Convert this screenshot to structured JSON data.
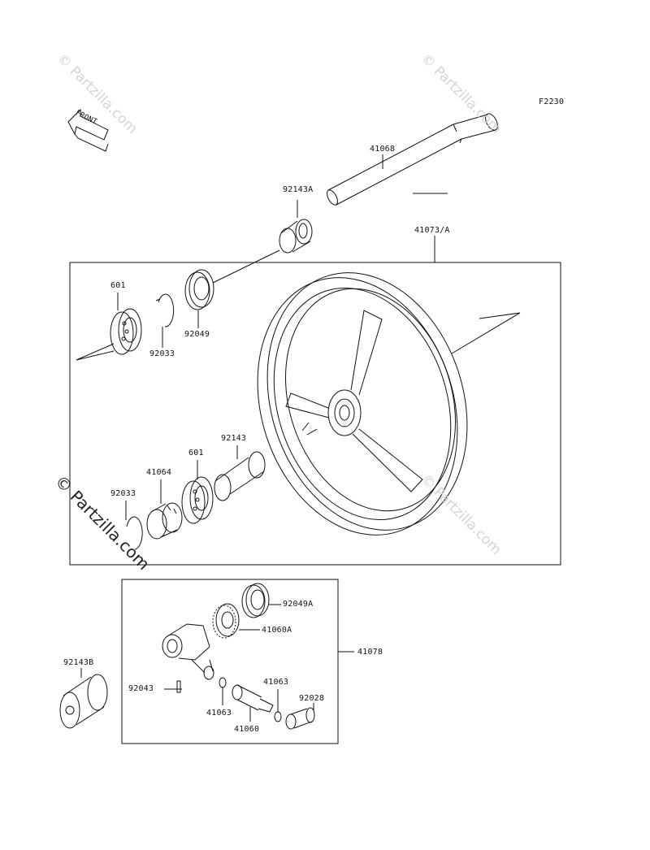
{
  "diagram": {
    "code": "F2230",
    "front_label": "FRONT",
    "watermark": "© Partzilla.com",
    "parts": {
      "axle": "41068",
      "wheel": "41073/A",
      "collar_a": "92143A",
      "bearing_left": "601",
      "circlip_left": "92033",
      "oil_seal_left": "92049",
      "collar": "92143",
      "bearing_right": "601",
      "circlip_right": "92033",
      "coupling": "41064",
      "oil_seal_right": "92049A",
      "gear_a": "41060A",
      "gear_assembly": "41078",
      "collar_b": "92143B",
      "pin": "92043",
      "washer_left": "41063",
      "washer_right": "41063",
      "pinion": "41060",
      "bushing": "92028"
    }
  }
}
